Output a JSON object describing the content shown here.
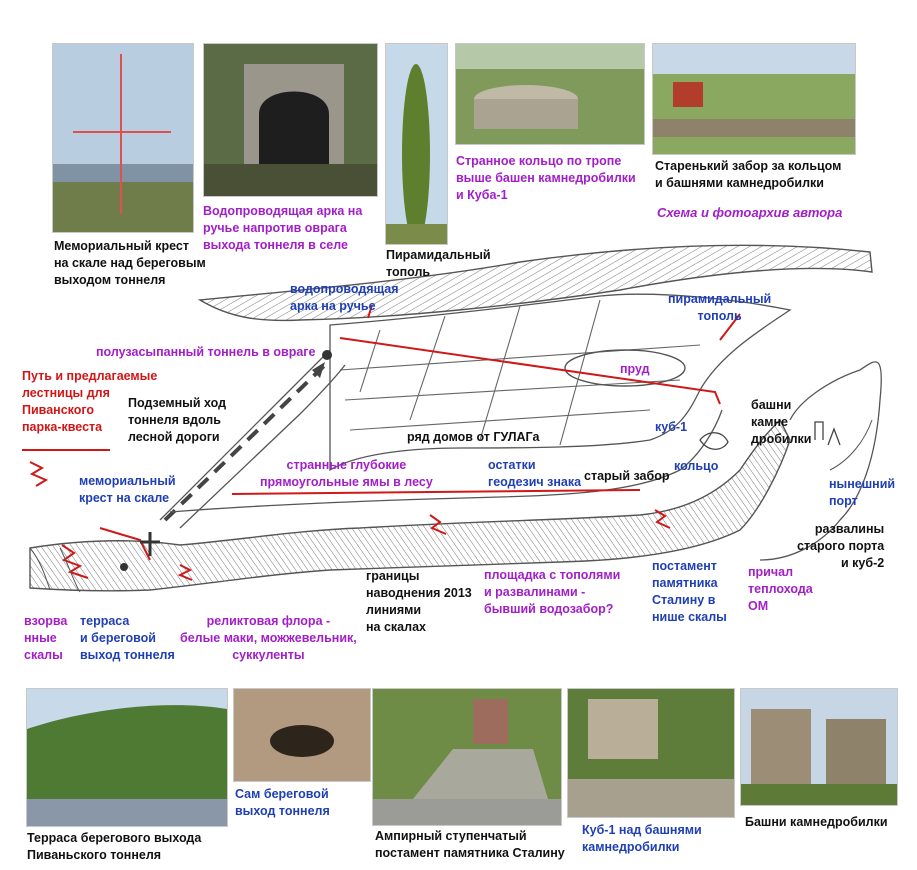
{
  "colors": {
    "black": "#111111",
    "blue": "#1f3fb5",
    "purple": "#a21ec9",
    "red": "#d21515",
    "line_red": "#d01818",
    "sketch": "#555555"
  },
  "photos": {
    "cross": "Мемориальный крест\nна скале над береговым\nвыходом тоннеля",
    "arch": "Водопроводящая арка на\nручье напротив оврага\nвыхода тоннеля в селе",
    "poplar": "Пирамидальный\nтополь",
    "ring": "Странное кольцо по тропе\nвыше башен камнедробилки\nи Куба-1",
    "fence": "Старенький забор за кольцом\nи башнями камнедробилки",
    "author": "Схема и фотоархив автора",
    "terrace": "Терраса берегового выхода\nПиваньского тоннеля",
    "tunnel_exit": "Сам береговой\nвыход тоннеля",
    "pedestal": "Ампирный ступенчатый\nпостамент памятника Сталину",
    "cube": "Куб-1 над башнями\nкамнедробилки",
    "towers": "Башни камнедробилки"
  },
  "map": {
    "arch_stream": "водопроводящая\nарка на ручье",
    "poplar": "пирамидальный\nтополь",
    "half_tunnel": "полузасыпанный тоннель в овраге",
    "pond": "пруд",
    "route": "Путь и предлагаемые\nлестницы для\nПиванского\nпарка-квеста",
    "underground": "Подземный ход\nтоннеля вдоль\nлесной дороги",
    "houses": "ряд домов от ГУЛАГа",
    "cube1": "куб-1",
    "towers": "башни\nкамне\nдробилки",
    "ring": "кольцо",
    "old_fence": "старый забор",
    "pits": "странные глубокие\nпрямоугольные ямы в лесу",
    "geodesic": "остатки\nгеодезич знака",
    "memorial": "мемориальный\nкрест на скале",
    "current_port": "нынешний\nпорт",
    "old_port": "развалины\nстарого порта\nи куб-2",
    "flood": "границы\nнаводнения 2013\nлиниями\nна скалах",
    "poplars_site": "площадка с тополями\nи развалинами -\nбывший водозабор?",
    "stalin_pedestal": "постамент\nпамятника\nСталину в\nнише скалы",
    "pier": "причал\nтеплохода\nОМ",
    "blasted": "взорва\nнные\nскалы",
    "terrace_exit": "терраса\nи береговой\nвыход тоннеля",
    "relict": "реликтовая флора -\nбелые маки, можжевельник,\nсуккуленты"
  }
}
